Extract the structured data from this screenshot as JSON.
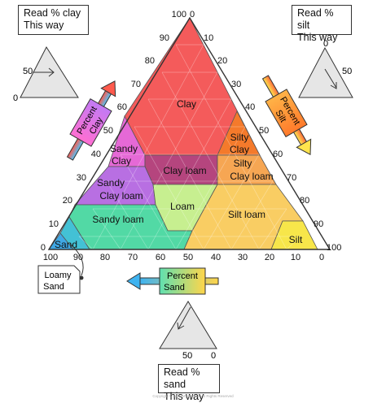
{
  "corner_boxes": {
    "clay": [
      "Read % clay",
      "This way"
    ],
    "silt": [
      "Read % silt",
      "This way"
    ],
    "sand": [
      "Read % sand",
      "This way"
    ]
  },
  "regions": {
    "clay": "Clay",
    "sandy_clay": [
      "Sandy",
      "Clay"
    ],
    "silty_clay": [
      "Silty",
      "Clay"
    ],
    "clay_loam": "Clay loam",
    "silty_clay_loam": [
      "Silty",
      "Clay loam"
    ],
    "sandy_clay_loam": [
      "Sandy",
      "Clay loam"
    ],
    "loam": "Loam",
    "sandy_loam": "Sandy loam",
    "silt_loam": "Silt loam",
    "sand": "Sand",
    "silt": "Silt",
    "loamy_sand": [
      "Loamy",
      "Sand"
    ]
  },
  "colors": {
    "clay": "#f45b5b",
    "sandy_clay": "#e569d6",
    "silty_clay": "#f47a2b",
    "clay_loam": "#b5457e",
    "silty_clay_loam": "#f6a653",
    "sandy_clay_loam": "#b86fe2",
    "loam": "#c7ef90",
    "sandy_loam": "#52d9a5",
    "silt_loam": "#f9cd63",
    "sand": "#3fa8e6",
    "loamy_sand": "#43c1d5",
    "silt": "#f7e64a"
  },
  "arrows": {
    "clay": [
      "Percent",
      "Clay"
    ],
    "silt": [
      "Percent",
      "Silt"
    ],
    "sand": [
      "Percent",
      "Sand"
    ]
  },
  "clay_ticks": [
    "100",
    "90",
    "80",
    "70",
    "60",
    "50",
    "40",
    "30",
    "20",
    "10",
    "0"
  ],
  "silt_ticks": [
    "0",
    "10",
    "20",
    "30",
    "40",
    "50",
    "60",
    "70",
    "80",
    "90",
    "100"
  ],
  "sand_ticks": [
    "100",
    "90",
    "80",
    "70",
    "60",
    "50",
    "40",
    "30",
    "20",
    "10",
    "0"
  ],
  "mini_clay": {
    "top": "",
    "mid": "50",
    "bottom": "0"
  },
  "mini_silt": {
    "top": "0",
    "mid": "50",
    "bottom": ""
  },
  "mini_sand": {
    "left": "50",
    "right": "0"
  },
  "footer": "Copyright © Save My Exams. All Rights Reserved"
}
